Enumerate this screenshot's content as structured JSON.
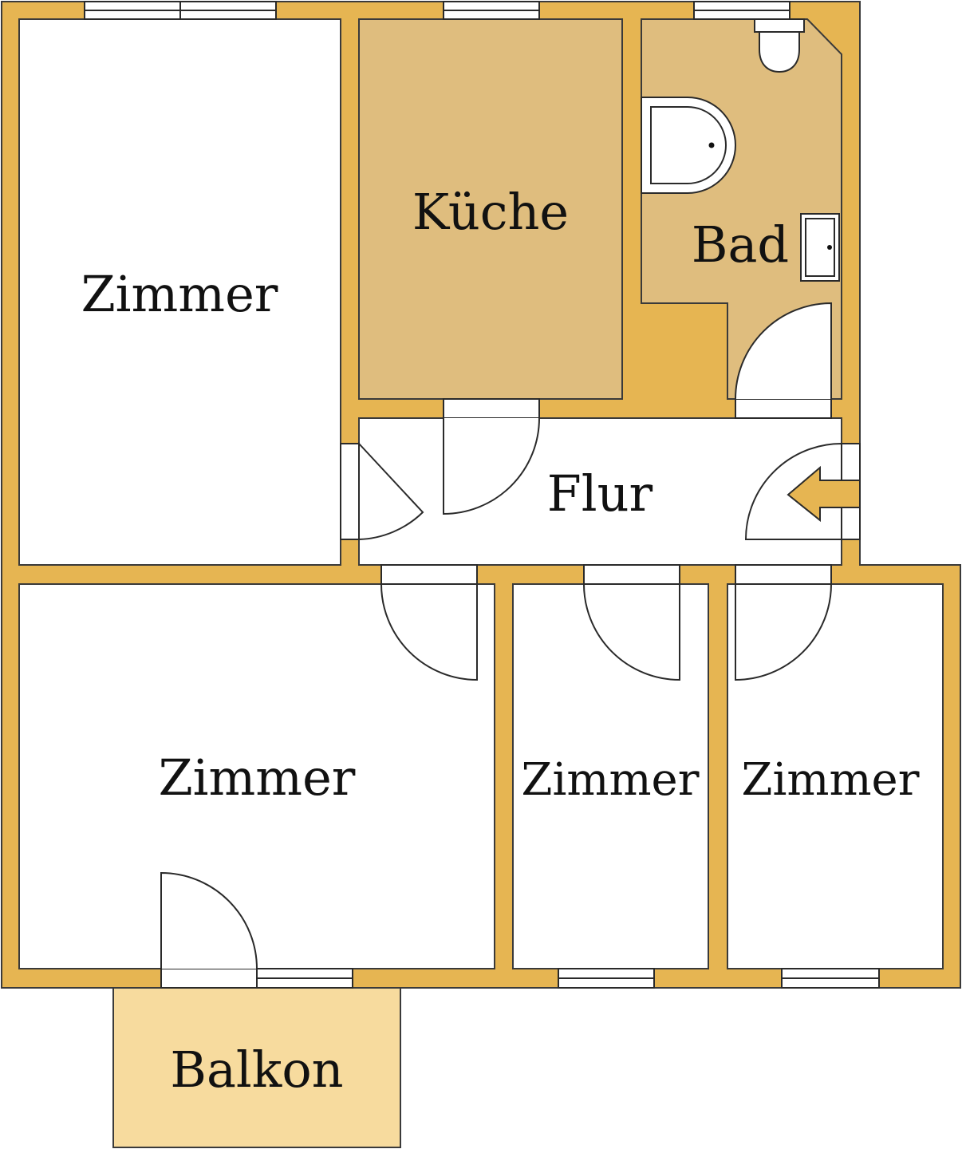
{
  "plan": {
    "colors": {
      "wall": "#E6B552",
      "room_white": "#FFFFFF",
      "kitchen_bath": "#DFBD7E",
      "balcony": "#F7DB9E",
      "line": "#2A2A2A"
    },
    "rooms": {
      "zimmer_top_left": "Zimmer",
      "kueche": "Küche",
      "bad": "Bad",
      "flur": "Flur",
      "zimmer_bottom_left": "Zimmer",
      "zimmer_bottom_middle": "Zimmer",
      "zimmer_bottom_right": "Zimmer",
      "balkon": "Balkon"
    },
    "icons": {
      "entrance": "entrance-arrow-icon",
      "bathtub": "bathtub-icon",
      "toilet": "toilet-icon",
      "sink": "sink-icon"
    }
  }
}
